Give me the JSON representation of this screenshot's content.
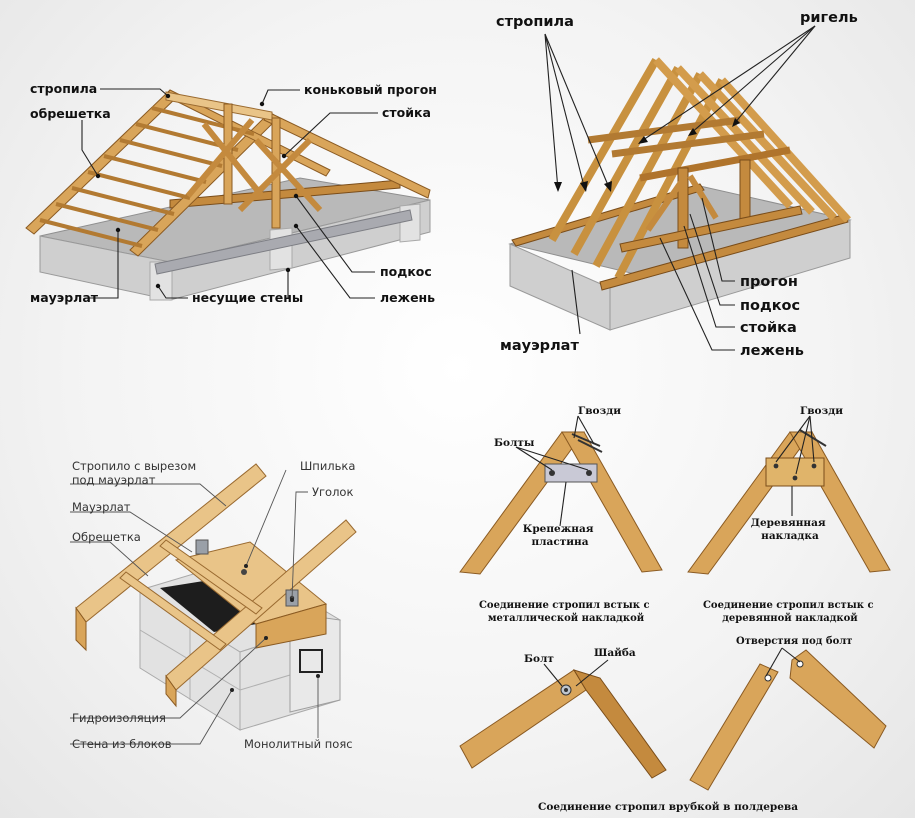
{
  "panel_a": {
    "labels": {
      "rafters": "стропила",
      "battens": "обрешетка",
      "ridge_purlin": "коньковый прогон",
      "post": "стойка",
      "strut": "подкос",
      "sill": "лежень",
      "wall_plate": "мауэрлат",
      "bearing_walls": "несущие стены"
    }
  },
  "panel_b": {
    "labels": {
      "rafters": "стропила",
      "collar_beam": "ригель",
      "purlin": "прогон",
      "strut": "подкос",
      "post": "стойка",
      "sill": "лежень",
      "wall_plate": "мауэрлат"
    }
  },
  "panel_c": {
    "labels": {
      "rafter_notched": "Стропило с вырезом\nпод мауэрлат",
      "wall_plate": "Мауэрлат",
      "battens": "Обрешетка",
      "stud": "Шпилька",
      "angle": "Уголок",
      "waterproofing": "Гидроизоляция",
      "block_wall": "Стена из блоков",
      "monolithic_belt": "Монолитный пояс"
    }
  },
  "panel_d": {
    "joint1": {
      "nails": "Гвозди",
      "bolts": "Болты",
      "plate": "Крепежная\nпластина",
      "caption": "Соединение стропил встык с\nметаллической накладкой"
    },
    "joint2": {
      "nails": "Гвозди",
      "overlay": "Деревянная\nнакладка",
      "caption": "Соединение стропил встык с\nдеревянной накладкой"
    },
    "joint3": {
      "bolt": "Болт",
      "washer": "Шайба",
      "holes": "Отверстия под болт",
      "caption": "Соединение стропил врубкой в полдерева"
    }
  }
}
